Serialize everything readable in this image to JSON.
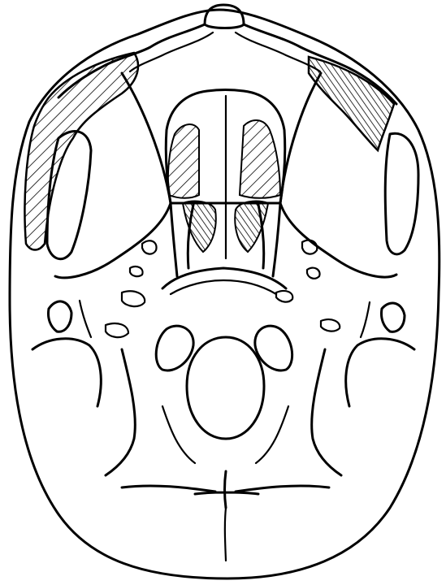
{
  "figure": {
    "subject": "skull-inferior-view",
    "style": "black-line-drawing",
    "background_color": "#ffffff",
    "line_color": "#000000",
    "hatched_regions": [
      "left-zygomatic-region",
      "right-zygomatic-region",
      "left-palate-region",
      "right-palate-region",
      "left-nasal-choana",
      "right-nasal-choana"
    ]
  }
}
